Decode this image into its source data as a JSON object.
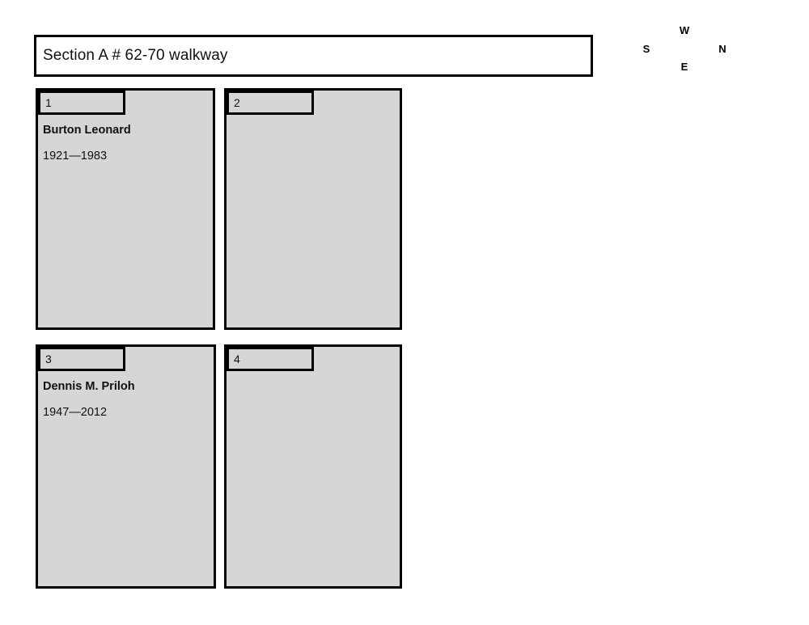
{
  "section": {
    "title": "Section A # 62-70 walkway"
  },
  "compass": {
    "north": "N",
    "east": "E",
    "south": "S",
    "west": "W"
  },
  "plots": [
    {
      "number": "1",
      "name": "Burton Leonard",
      "dates": "1921—1983",
      "empty": false
    },
    {
      "number": "2",
      "name": "",
      "dates": "",
      "empty": true
    },
    {
      "number": "3",
      "name": "Dennis M. Priloh",
      "dates": "1947—2012",
      "empty": false
    },
    {
      "number": "4",
      "name": "",
      "dates": "",
      "empty": true
    }
  ],
  "colors": {
    "plot_fill": "#d6d6d6",
    "border": "#000000",
    "background": "#ffffff",
    "text": "#111111"
  }
}
